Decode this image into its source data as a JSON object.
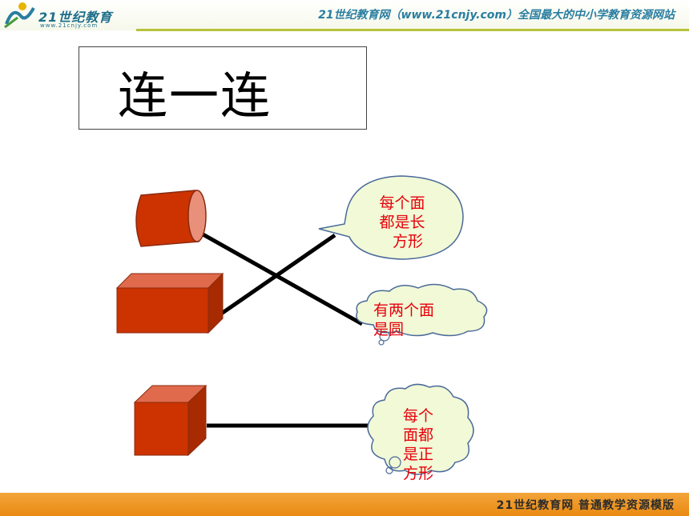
{
  "header": {
    "logo_text": "21世纪教育",
    "logo_sub": "www.21cnjy.com",
    "slogan": "21世纪教育网（www.21cnjy.com）全国最大的中小学教育资源网站"
  },
  "title": "连一连",
  "labels": {
    "rectangle_faces_l1": "每个面",
    "rectangle_faces_l2": "都是长",
    "rectangle_faces_l3": "方形",
    "circle_faces_l1": "有两个面",
    "circle_faces_l2": "是圆",
    "square_faces_l1": "每个",
    "square_faces_l2": "面都",
    "square_faces_l3": "是正",
    "square_faces_l4": "方形"
  },
  "footer": {
    "text": "21世纪教育网    普通教学资源模版"
  },
  "colors": {
    "shape_fill": "#cc3300",
    "shape_side": "#a82a00",
    "shape_top": "#e06a4c",
    "cylinder_end": "#e8907a",
    "bubble_fill": "#f1f9d6",
    "label_text": "#e8000b"
  }
}
